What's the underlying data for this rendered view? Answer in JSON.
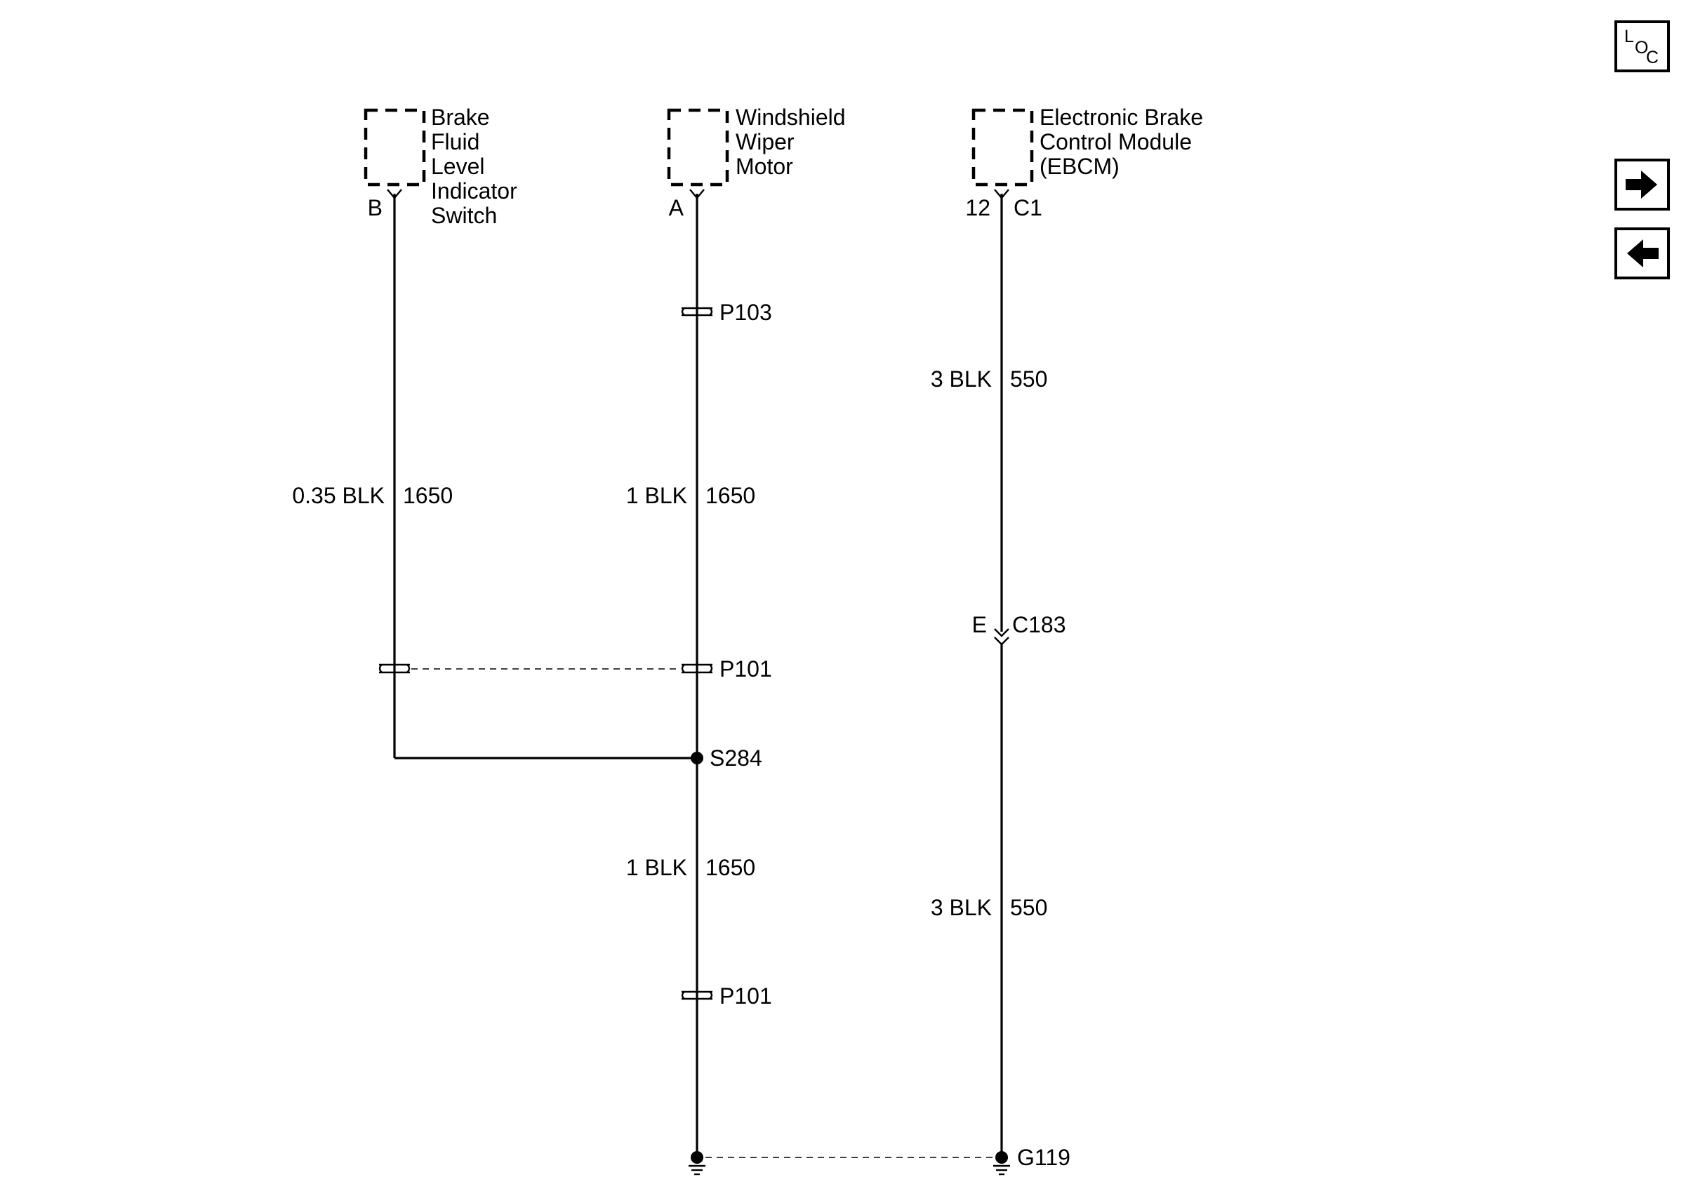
{
  "components": {
    "brake_switch": {
      "lines": [
        "Brake",
        "Fluid",
        "Level",
        "Indicator",
        "Switch"
      ],
      "pin": "B"
    },
    "wiper_motor": {
      "lines": [
        "Windshield",
        "Wiper",
        "Motor"
      ],
      "pin": "A"
    },
    "ebcm": {
      "lines": [
        "Electronic Brake",
        "Control Module",
        "(EBCM)"
      ],
      "pin": "12",
      "connector": "C1"
    }
  },
  "wires": {
    "left": {
      "size_color": "0.35 BLK",
      "circuit": "1650"
    },
    "middle_upper": {
      "size_color": "1 BLK",
      "circuit": "1650"
    },
    "middle_lower": {
      "size_color": "1 BLK",
      "circuit": "1650"
    },
    "right_upper": {
      "size_color": "3 BLK",
      "circuit": "550"
    },
    "right_lower": {
      "size_color": "3 BLK",
      "circuit": "550"
    }
  },
  "connectors": {
    "p103": "P103",
    "p101_upper": "P101",
    "p101_lower": "P101",
    "c183": {
      "pin": "E",
      "name": "C183"
    }
  },
  "splice": "S284",
  "ground": "G119",
  "nav": {
    "loc": {
      "l": "L",
      "o": "O",
      "c": "C",
      "icon": "loc-icon"
    },
    "forward_icon": "arrow-right-icon",
    "back_icon": "arrow-left-icon"
  }
}
